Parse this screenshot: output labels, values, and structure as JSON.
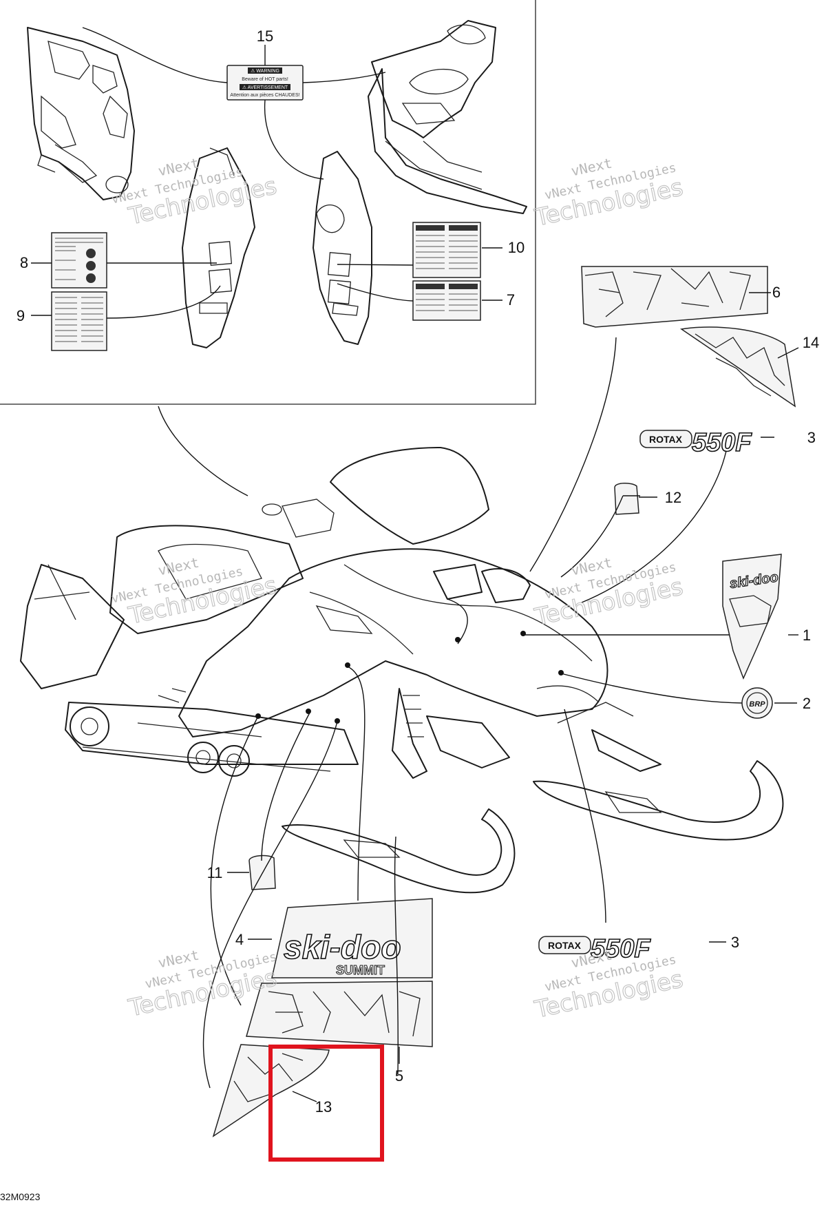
{
  "diagram": {
    "drawing_code": "32M0923",
    "watermark": {
      "line1": "vNext",
      "line2": "vNext Technologies",
      "line3": "Technologies"
    },
    "callouts": [
      {
        "num": "15"
      },
      {
        "num": "8"
      },
      {
        "num": "9"
      },
      {
        "num": "10"
      },
      {
        "num": "7"
      },
      {
        "num": "6"
      },
      {
        "num": "14"
      },
      {
        "num": "3"
      },
      {
        "num": "12"
      },
      {
        "num": "1"
      },
      {
        "num": "2"
      },
      {
        "num": "11"
      },
      {
        "num": "4"
      },
      {
        "num": "3"
      },
      {
        "num": "5"
      },
      {
        "num": "13"
      }
    ],
    "decal_text": {
      "warning_title": "⚠ WARNING",
      "warning_sub": "Beware of HOT parts!",
      "avert_title": "⚠ AVERTISSEMENT",
      "avert_sub": "Attention aux pièces CHAUDES!",
      "rotax_word": "ROTAX",
      "rotax_model": "550F",
      "skidoo": "ski-doo",
      "summit": "SUMMIT",
      "brp": "BRP"
    },
    "colors": {
      "highlight": "#e0141e",
      "ink": "#1a1a1a",
      "watermark": "#b8b8b8"
    }
  }
}
